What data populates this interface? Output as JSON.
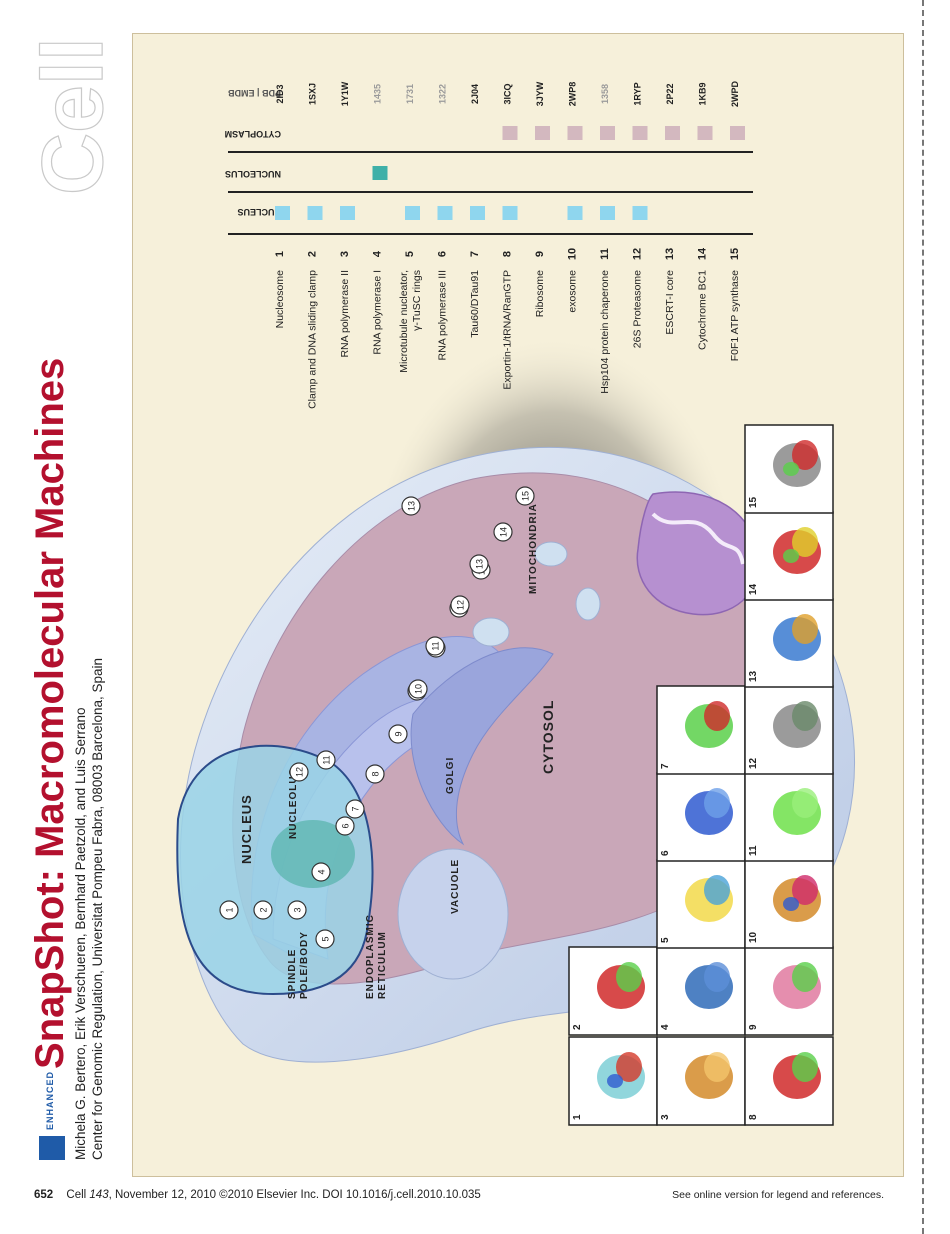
{
  "brand": {
    "logo": "Cell"
  },
  "title": {
    "enhanced": "ENHANCED",
    "main": "SnapShot: Macromolecular Machines"
  },
  "authors": "Michela G. Bertero, Erik Verschueren, Bernhard Paetzold, and Luis Serrano",
  "affiliation": "Center for Genomic Regulation, Universitat Pompeu Fabra, 08003 Barcelona, Spain",
  "footer": {
    "page": "652",
    "citation_prefix": "Cell ",
    "volume": "143",
    "citation_rest": ", November 12, 2010 ©2010 Elsevier Inc.   DOI 10.1016/j.cell.2010.10.035",
    "note": "See online version for legend and references."
  },
  "table": {
    "headers": {
      "nucleus": "NUCLEUS",
      "nucleolus": "NUCLEOLUS",
      "cytoplasm": "CYTOPLASM",
      "pdb": "PDB | EMDB"
    },
    "rows": [
      {
        "n": "1",
        "name": "Nucleosome",
        "nucleus": true,
        "nucleolus": false,
        "cytoplasm": false,
        "pdb": "2ID3",
        "emdb": false
      },
      {
        "n": "2",
        "name": "Clamp and DNA sliding clamp",
        "nucleus": true,
        "nucleolus": false,
        "cytoplasm": false,
        "pdb": "1SXJ",
        "emdb": false
      },
      {
        "n": "3",
        "name": "RNA polymerase II",
        "nucleus": true,
        "nucleolus": false,
        "cytoplasm": false,
        "pdb": "1Y1W",
        "emdb": false
      },
      {
        "n": "4",
        "name": "RNA polymerase I",
        "nucleus": false,
        "nucleolus": true,
        "cytoplasm": false,
        "pdb": "1435",
        "emdb": true
      },
      {
        "n": "5",
        "name": "Microtubule nucleator,",
        "name2": "γ-TuSC rings",
        "nucleus": true,
        "nucleolus": false,
        "cytoplasm": false,
        "pdb": "1731",
        "emdb": true
      },
      {
        "n": "6",
        "name": "RNA polymerase III",
        "nucleus": true,
        "nucleolus": false,
        "cytoplasm": false,
        "pdb": "1322",
        "emdb": true
      },
      {
        "n": "7",
        "name": "Tau60/DTau91",
        "nucleus": true,
        "nucleolus": false,
        "cytoplasm": false,
        "pdb": "2J04",
        "emdb": false
      },
      {
        "n": "8",
        "name": "Exportin-1/tRNA/RanGTP",
        "nucleus": true,
        "nucleolus": false,
        "cytoplasm": true,
        "pdb": "3ICQ",
        "emdb": false
      },
      {
        "n": "9",
        "name": "Ribosome",
        "nucleus": false,
        "nucleolus": false,
        "cytoplasm": true,
        "pdb": "3JYW",
        "emdb": false
      },
      {
        "n": "10",
        "name": "exosome",
        "nucleus": true,
        "nucleolus": false,
        "cytoplasm": true,
        "pdb": "2WP8",
        "emdb": false
      },
      {
        "n": "11",
        "name": "Hsp104 protein chaperone",
        "nucleus": true,
        "nucleolus": false,
        "cytoplasm": true,
        "pdb": "1358",
        "emdb": true
      },
      {
        "n": "12",
        "name": "26S Proteasome",
        "nucleus": true,
        "nucleolus": false,
        "cytoplasm": true,
        "pdb": "1RYP",
        "emdb": false
      },
      {
        "n": "13",
        "name": "ESCRT-I core",
        "nucleus": false,
        "nucleolus": false,
        "cytoplasm": true,
        "pdb": "2P22",
        "emdb": false
      },
      {
        "n": "14",
        "name": "Cytochrome BC1",
        "nucleus": false,
        "nucleolus": false,
        "cytoplasm": true,
        "pdb": "1KB9",
        "emdb": false
      },
      {
        "n": "15",
        "name": "F0F1 ATP synthase",
        "nucleus": false,
        "nucleolus": false,
        "cytoplasm": true,
        "pdb": "2WPD",
        "emdb": false
      }
    ]
  },
  "cell_labels": {
    "nucleus": "NUCLEUS",
    "nucleolus": "NUCLEOLUS",
    "spindle_1": "SPINDLE",
    "spindle_2": "POLE/BODY",
    "er_1": "ENDOPLASMIC",
    "er_2": "RETICULUM",
    "vacuole": "VACUOLE",
    "golgi": "GOLGI",
    "cytosol": "CYTOSOL",
    "mito": "MITOCHONDRIA"
  },
  "cell_markers": [
    "1",
    "2",
    "3",
    "4",
    "5",
    "6",
    "7",
    "8",
    "9",
    "10",
    "11",
    "12",
    "13",
    "14",
    "15",
    "13",
    "13",
    "12",
    "11",
    "10",
    "11",
    "12"
  ],
  "thumbnails": [
    "1",
    "2",
    "3",
    "4",
    "5",
    "6",
    "7",
    "8",
    "9",
    "10",
    "11",
    "12",
    "13",
    "14",
    "15"
  ],
  "colors": {
    "nucleus_box": "#8fd6ee",
    "nucleolus_box": "#3fb0a8",
    "cytoplasm_box": "#d3b8bf",
    "title_red": "#b3102e",
    "emdb_gray": "#9a9a9a"
  }
}
